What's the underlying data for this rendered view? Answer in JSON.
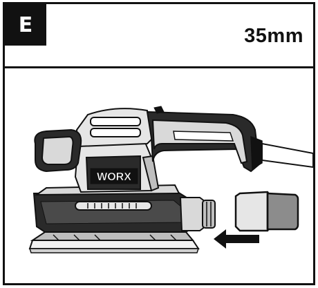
{
  "header": {
    "step_letter": "E",
    "size_label": "35mm"
  },
  "illustration": {
    "brand_logo_text": "WORX",
    "colors": {
      "ink": "#111111",
      "tool_body": "#e6e6e6",
      "tool_shadow": "#9a9a9a",
      "adapter": "#8c8c8c",
      "arrow": "#111111"
    }
  }
}
